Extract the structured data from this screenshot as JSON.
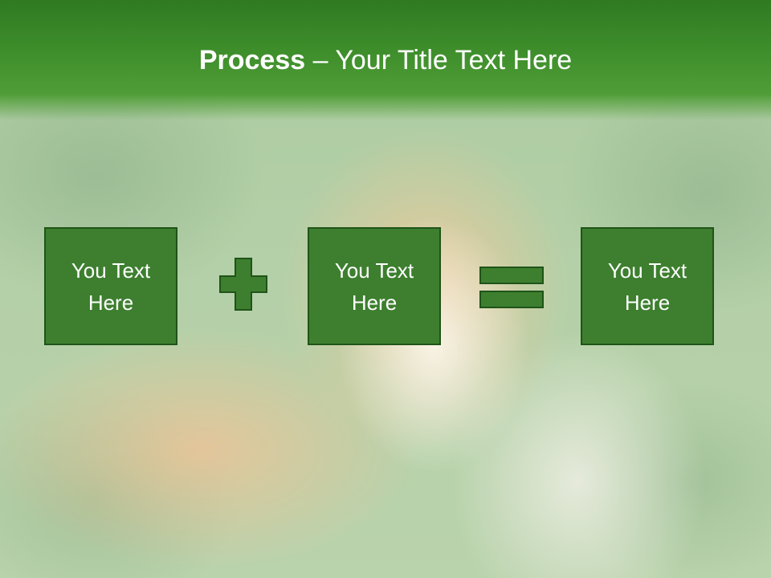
{
  "slide": {
    "title_bold": "Process",
    "title_rest": " – Your Title Text Here"
  },
  "boxes": [
    {
      "label": "You Text\nHere"
    },
    {
      "label": "You Text\nHere"
    },
    {
      "label": "You Text\nHere"
    }
  ],
  "operators": {
    "plus": "plus-icon",
    "equals": "equals-icon"
  },
  "colors": {
    "header": "#3f8f2c",
    "box_fill": "#3d7f2f",
    "box_border": "#1f5418",
    "text": "#ffffff"
  }
}
